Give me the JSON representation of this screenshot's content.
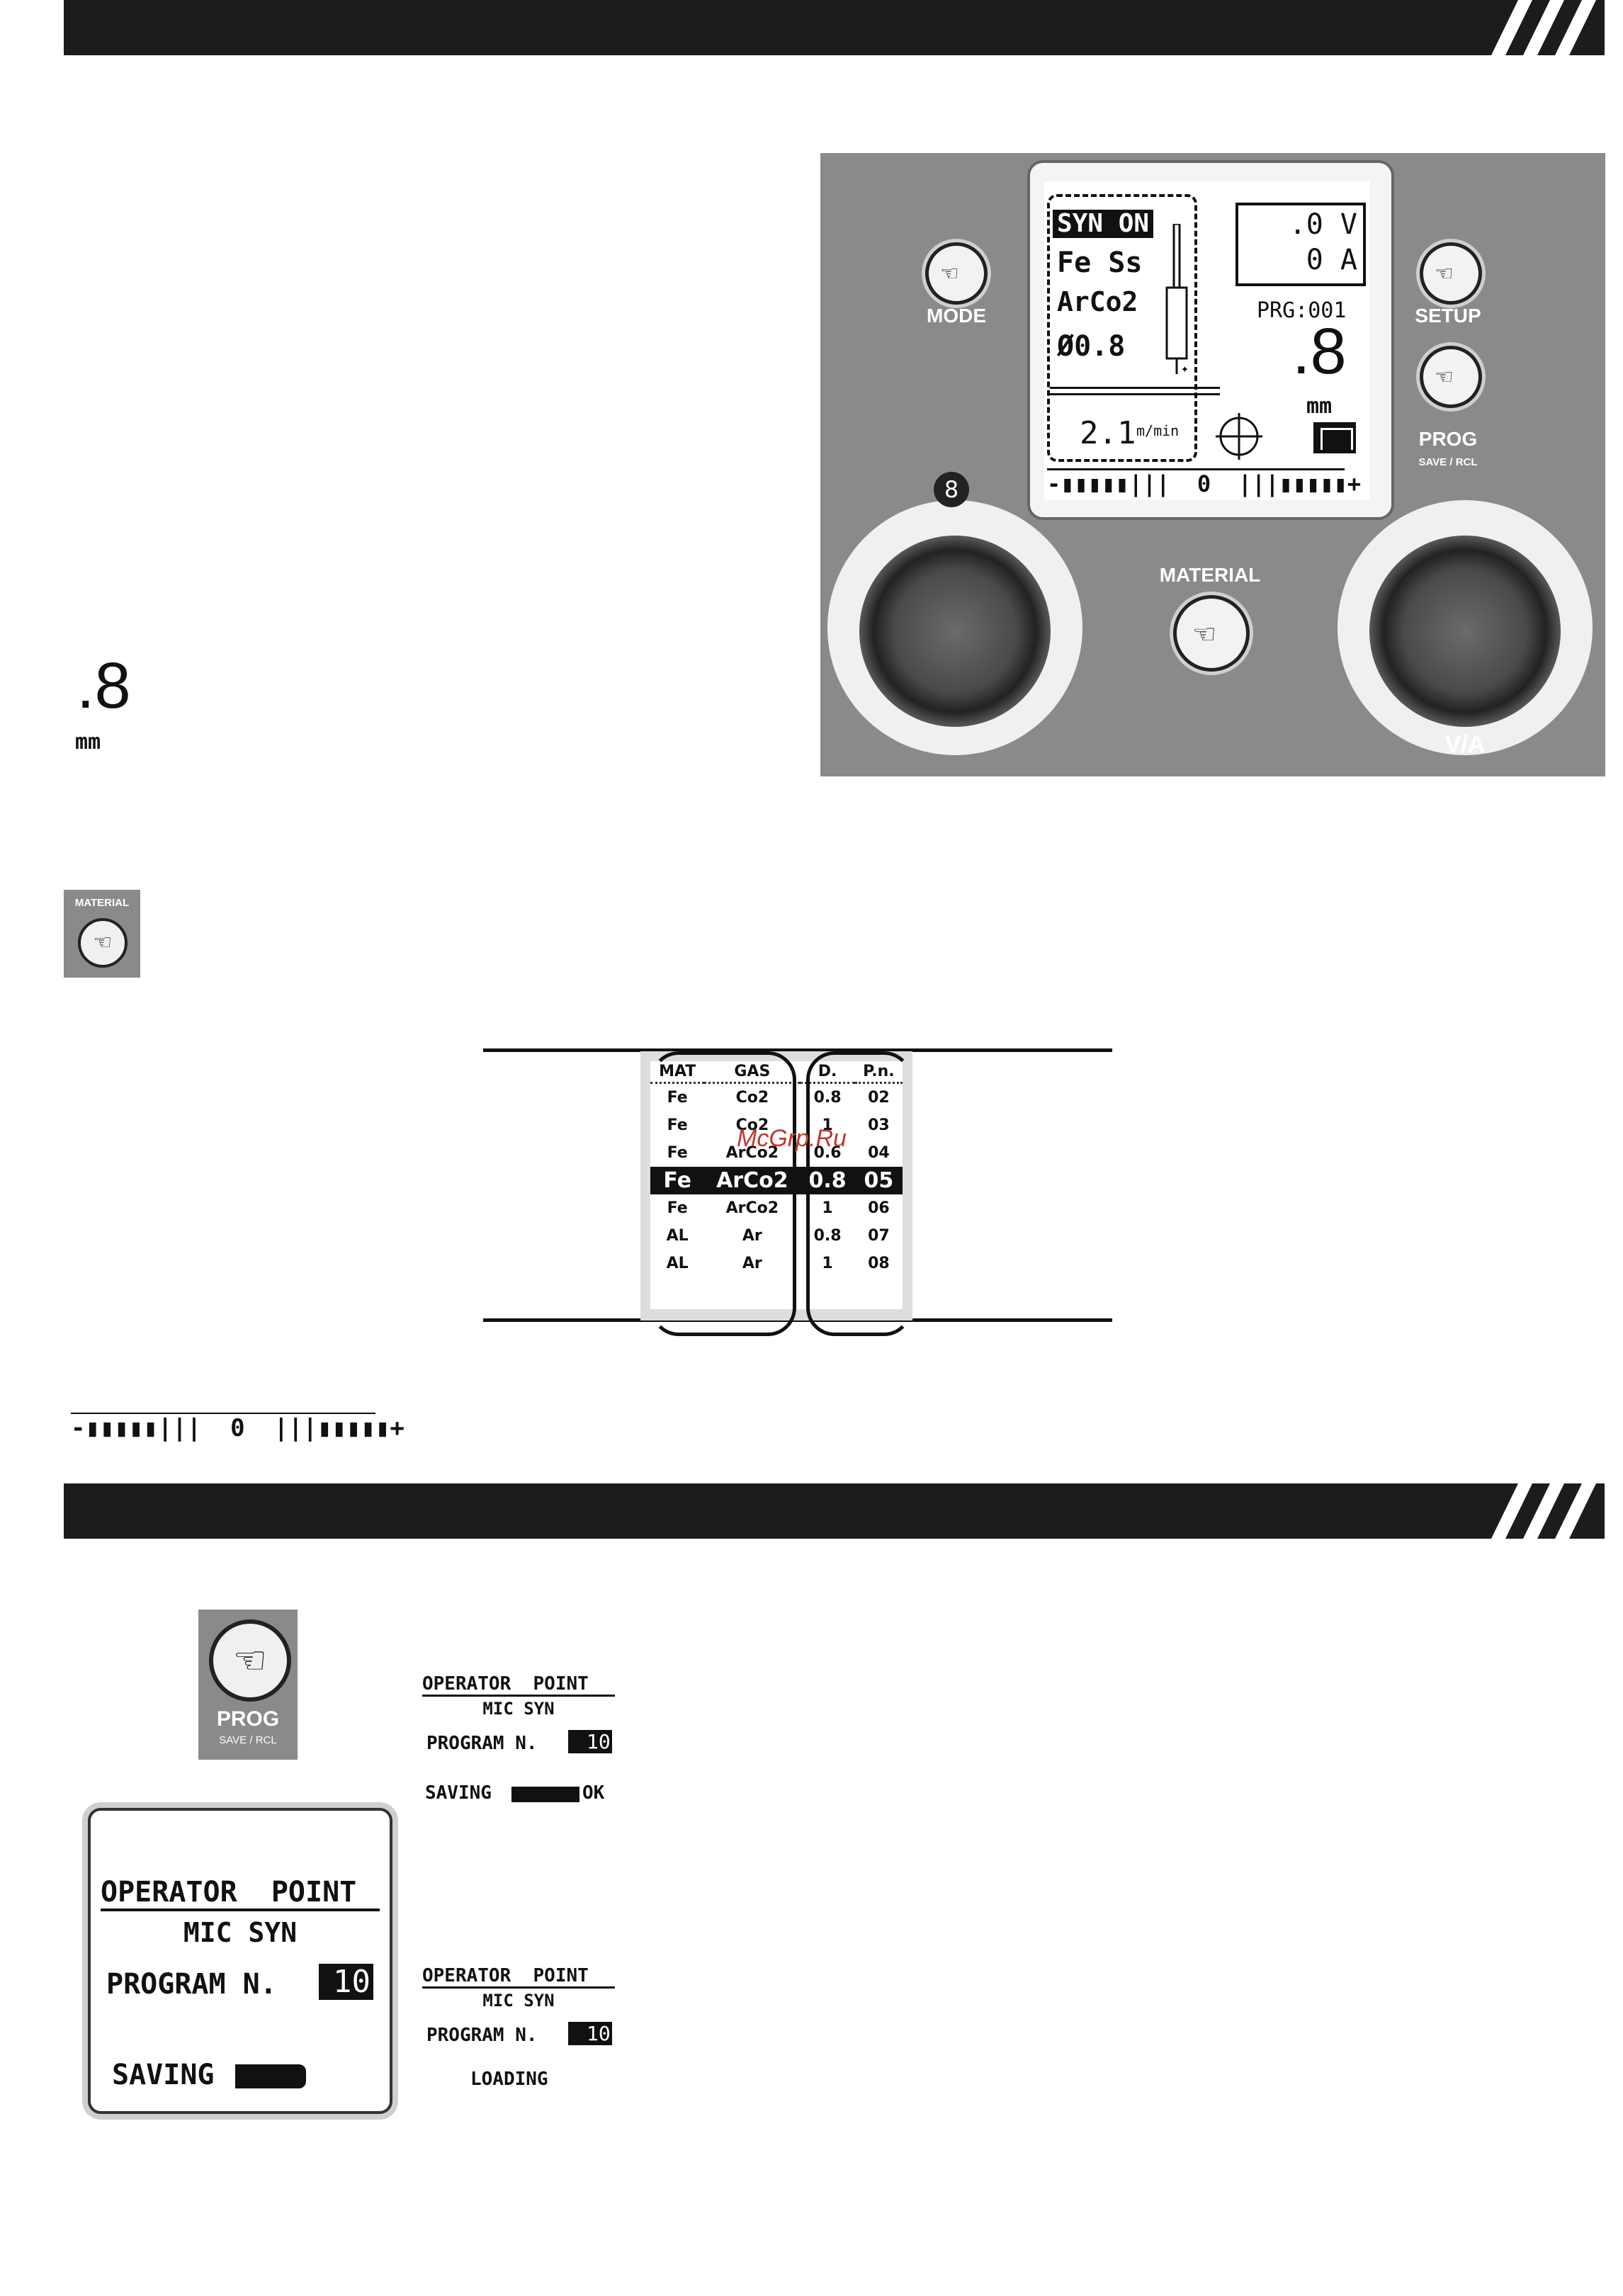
{
  "page": {
    "watermark": "McGrp.Ru"
  },
  "panel": {
    "buttons": {
      "mode": "MODE",
      "setup": "SETUP",
      "prog": "PROG",
      "prog_sub": "SAVE / RCL",
      "material": "MATERIAL",
      "va": "V/A"
    },
    "lcd": {
      "syn": "SYN ON",
      "material": "Fe Ss",
      "gas": "ArCo2",
      "diameter": "Ø0.8",
      "voltage": ".0 V",
      "current": "0 A",
      "program": "PRG:001",
      "big_value": ".8",
      "unit": "mm",
      "speed": "2.1",
      "speed_unit": "m/min",
      "trim_scale": "-▮▮▮▮▮|||  0  |||▮▮▮▮▮+"
    }
  },
  "inline": {
    "big_value": ".8",
    "unit": "mm",
    "material_label": "MATERIAL",
    "trim_scale": "-▮▮▮▮▮|||  0  |||▮▮▮▮▮+"
  },
  "material_table": {
    "headers": [
      "MAT",
      "GAS",
      "D.",
      "P.n."
    ],
    "rows": [
      {
        "mat": "Fe",
        "gas": "Co2",
        "d": "0.8",
        "pn": "02"
      },
      {
        "mat": "Fe",
        "gas": "Co2",
        "d": "1",
        "pn": "03"
      },
      {
        "mat": "Fe",
        "gas": "ArCo2",
        "d": "0.6",
        "pn": "04"
      },
      {
        "mat": "Fe",
        "gas": "ArCo2",
        "d": "0.8",
        "pn": "05"
      },
      {
        "mat": "Fe",
        "gas": "ArCo2",
        "d": "1",
        "pn": "06"
      },
      {
        "mat": "AL",
        "gas": "Ar",
        "d": "0.8",
        "pn": "07"
      },
      {
        "mat": "AL",
        "gas": "Ar",
        "d": "1",
        "pn": "08"
      }
    ],
    "selected_index": 3
  },
  "prog_section": {
    "prog_label": "PROG",
    "prog_sub": "SAVE / RCL",
    "lcd": {
      "title": "OPERATOR  POINT",
      "mode": "MIC SYN",
      "program_label": "PROGRAM N.",
      "program_value": "10",
      "saving": "SAVING"
    },
    "save_screen": {
      "title": "OPERATOR  POINT",
      "mode": "MIC SYN",
      "program_label": "PROGRAM N.",
      "program_value": "10",
      "saving": "SAVING",
      "ok": "OK"
    },
    "load_screen": {
      "title": "OPERATOR  POINT",
      "mode": "MIC SYN",
      "program_label": "PROGRAM N.",
      "program_value": "10",
      "loading": "LOADING"
    }
  }
}
